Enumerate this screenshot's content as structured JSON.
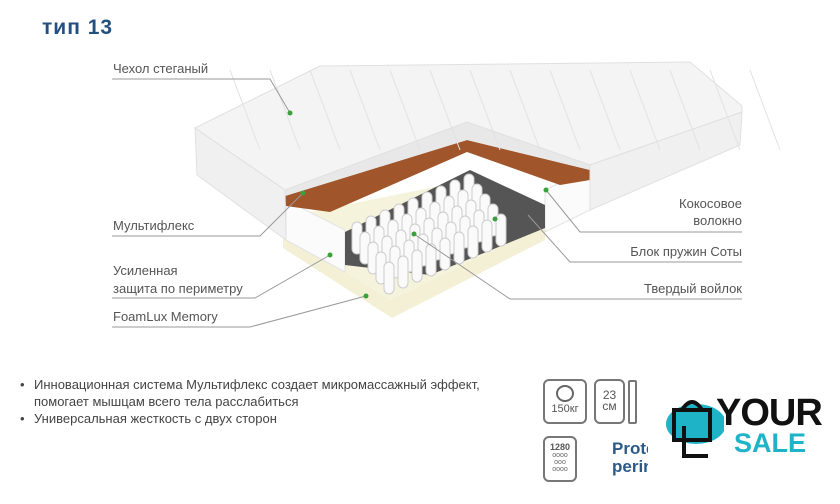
{
  "title": "тип 13",
  "labels": {
    "cover": "Чехол стеганый",
    "multiflex": "Мультифлекс",
    "perimeter_1": "Усиленная",
    "perimeter_2": "защита по периметру",
    "foam": "FoamLux Memory",
    "coconut_1": "Кокосовое",
    "coconut_2": "волокно",
    "springs": "Блок пружин Соты",
    "felt": "Твердый войлок"
  },
  "bullets": [
    "Инновационная система Мультифлекс создает микромассажный эффект, помогает мышцам всего тела расслабиться",
    "Универсальная жесткость с двух сторон"
  ],
  "icons": {
    "load": "150кг",
    "height_num": "23",
    "height_unit": "см",
    "springs": "1280",
    "protect_1": "Prote",
    "protect_2": "perin"
  },
  "logo": {
    "your": "YOUR",
    "sale": "SALE"
  },
  "colors": {
    "title": "#24507f",
    "dot": "#3aa23a",
    "coconut": "#a0552a",
    "logo_teal": "#1fb3c8"
  }
}
